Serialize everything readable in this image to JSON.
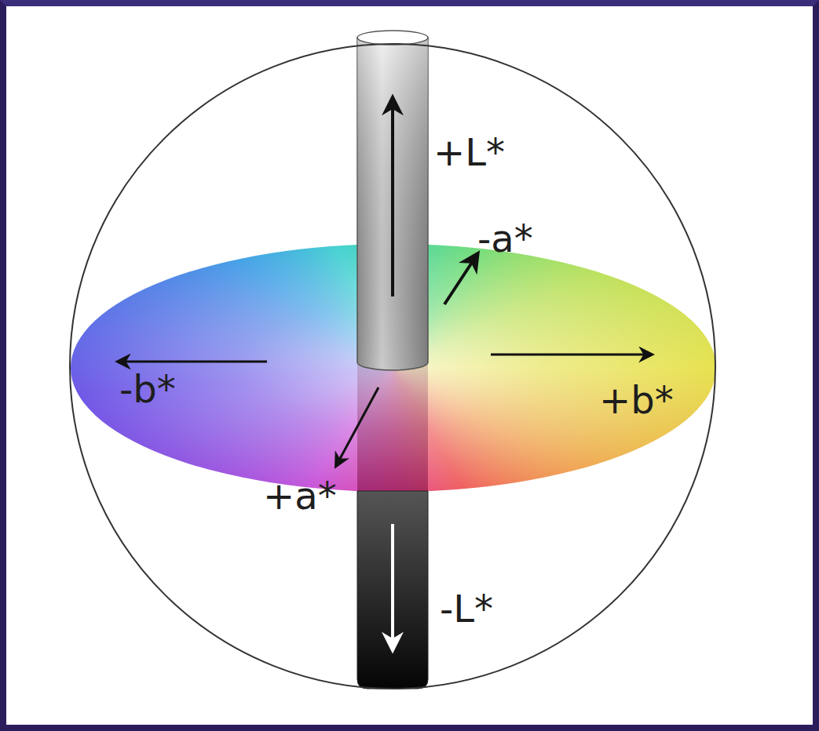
{
  "diagram": {
    "labels": [
      "+L*",
      "-a*",
      "-b*",
      "+b*",
      "+a*",
      "-L*"
    ]
  }
}
